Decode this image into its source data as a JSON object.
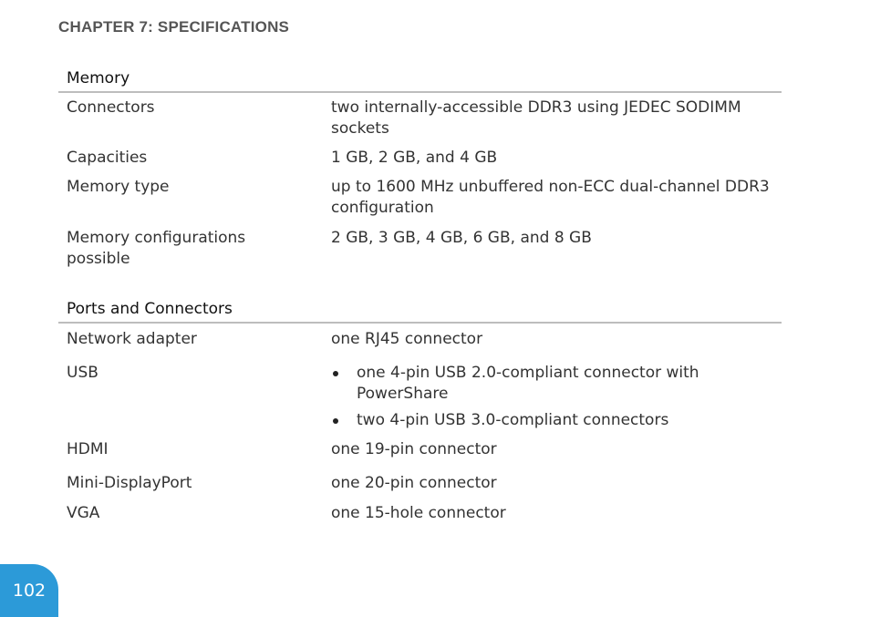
{
  "header": {
    "chapter": "CHAPTER 7: SPECIFICATIONS"
  },
  "memory": {
    "title": "Memory",
    "rows": [
      {
        "label": "Connectors",
        "value": "two internally-accessible DDR3 using JEDEC SODIMM sockets"
      },
      {
        "label": "Capacities",
        "value": "1 GB, 2 GB, and 4 GB"
      },
      {
        "label": "Memory type",
        "value": "up to 1600 MHz unbuffered non-ECC dual-channel DDR3 configuration"
      },
      {
        "label": "Memory configurations possible",
        "value": "2 GB, 3 GB, 4 GB, 6 GB, and 8 GB"
      }
    ]
  },
  "ports": {
    "title": "Ports and Connectors",
    "rows": [
      {
        "label": "Network adapter",
        "value": "one RJ45 connector"
      },
      {
        "label": "USB",
        "bullets": [
          "one 4-pin USB 2.0-compliant connector with PowerShare",
          "two 4-pin USB 3.0-compliant connectors"
        ]
      },
      {
        "label": "HDMI",
        "value": "one 19-pin connector"
      },
      {
        "label": "Mini-DisplayPort",
        "value": "one 20-pin connector"
      },
      {
        "label": "VGA",
        "value": "one 15-hole connector"
      }
    ]
  },
  "footer": {
    "page_number": "102",
    "accent_color": "#2c9ad8"
  }
}
